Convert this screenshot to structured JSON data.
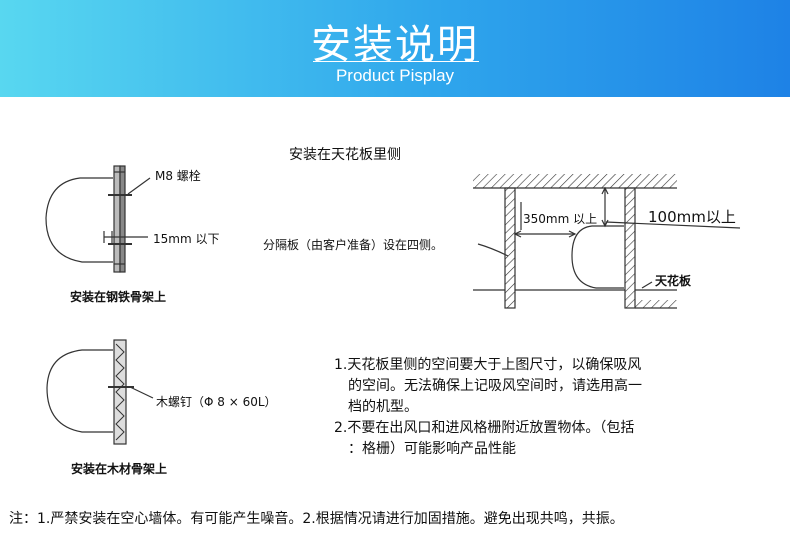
{
  "banner": {
    "title": "安装说明",
    "subtitle": "Product Pisplay",
    "gradient_start": "#58d7f0",
    "gradient_end": "#1e82e6"
  },
  "diagram_steel": {
    "bolt_label": "M8 螺栓",
    "gap_label": "15mm 以下",
    "caption": "安装在钢铁骨架上"
  },
  "diagram_wood": {
    "screw_label": "木螺钉（Φ 8 × 60L）",
    "caption": "安装在木材骨架上"
  },
  "diagram_ceiling": {
    "heading": "安装在天花板里侧",
    "width_label": "350mm 以上",
    "top_label": "100mm以上",
    "partition_label": "分隔板（由客户准备）设在四侧。",
    "ceiling_label": "天花板"
  },
  "notes": {
    "line1": "1.天花板里侧的空间要大于上图尺寸，以确保吸风",
    "line2": "的空间。无法确保上记吸风空间时，请选用高一",
    "line3": "档的机型。",
    "line4": "2.不要在出风口和进风格栅附近放置物体。（包括",
    "line5": "：格栅）可能影响产品性能"
  },
  "footer": {
    "text": "注：1.严禁安装在空心墙体。有可能产生噪音。2.根据情况请进行加固措施。避免出现共鸣，共振。"
  }
}
